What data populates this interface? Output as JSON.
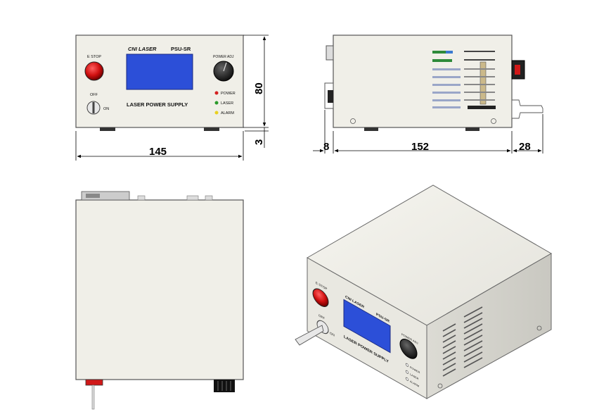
{
  "front_view": {
    "brand": "CNI LASER",
    "model": "PSU-SR",
    "estop_label": "E STOP",
    "power_adj_label": "POWER ADJ",
    "key_off_label": "OFF",
    "key_on_label": "ON",
    "title_label": "LASER POWER SUPPLY",
    "indicators": [
      {
        "label": "POWER",
        "color": "#d42020"
      },
      {
        "label": "LASER",
        "color": "#2a9a2a"
      },
      {
        "label": "ALARM",
        "color": "#e8d020"
      }
    ],
    "width_dim": "145",
    "height_dim": "80",
    "foot_dim": "3"
  },
  "side_view": {
    "front_protrusion_dim": "8",
    "length_dim": "152",
    "rear_protrusion_dim": "28"
  },
  "iso_view": {
    "brand": "CNI LASER",
    "model": "PSU-SR",
    "estop_label": "E STOP",
    "power_adj_label": "POWER ADJ",
    "key_off_label": "OFF",
    "key_on_label": "ON",
    "title_label": "LASER POWER SUPPLY",
    "indicator_labels": [
      "POWER",
      "LASER",
      "ALARM"
    ]
  },
  "colors": {
    "body": "#f0efe8",
    "display": "#2c4fd8",
    "estop": "#d01818",
    "outline": "#555555"
  }
}
